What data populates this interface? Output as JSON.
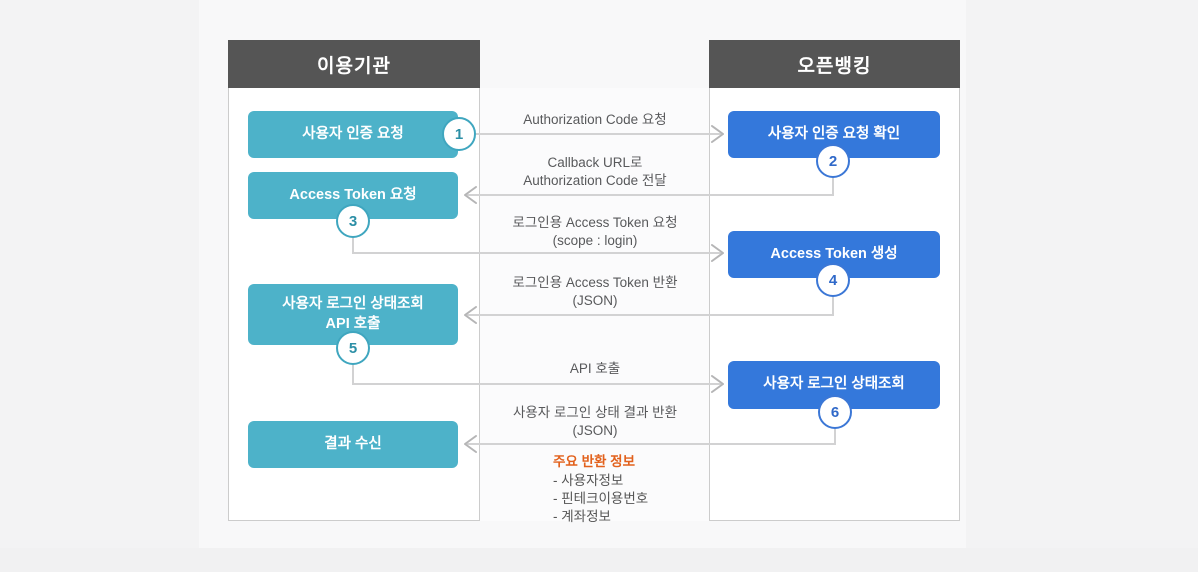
{
  "diagram": {
    "left_panel": {
      "title": "이용기관",
      "boxes": [
        {
          "label_line1": "사용자 인증 요청",
          "label_line2": "",
          "badge": "1"
        },
        {
          "label_line1": "Access Token 요청",
          "label_line2": "",
          "badge": "3"
        },
        {
          "label_line1": "사용자 로그인 상태조회",
          "label_line2": "API 호출",
          "badge": "5"
        },
        {
          "label_line1": "결과 수신",
          "label_line2": "",
          "badge": ""
        }
      ]
    },
    "right_panel": {
      "title": "오픈뱅킹",
      "boxes": [
        {
          "label_line1": "사용자 인증 요청 확인",
          "label_line2": "",
          "badge": "2"
        },
        {
          "label_line1": "Access Token 생성",
          "label_line2": "",
          "badge": "4"
        },
        {
          "label_line1": "사용자 로그인 상태조회",
          "label_line2": "",
          "badge": "6"
        }
      ]
    },
    "messages": [
      {
        "line1": "Authorization Code 요청",
        "line2": "",
        "direction": "right"
      },
      {
        "line1": "Callback URL로",
        "line2": "Authorization Code 전달",
        "direction": "left"
      },
      {
        "line1": "로그인용 Access Token 요청",
        "line2": "(scope : login)",
        "direction": "right"
      },
      {
        "line1": "로그인용 Access Token 반환",
        "line2": "(JSON)",
        "direction": "left"
      },
      {
        "line1": "API 호출",
        "line2": "",
        "direction": "right"
      },
      {
        "line1": "사용자 로그인 상태 결과 반환",
        "line2": "(JSON)",
        "direction": "left"
      }
    ],
    "return_info": {
      "title": "주요 반환 정보",
      "items": [
        "- 사용자정보",
        "- 핀테크이용번호",
        "- 계좌정보"
      ]
    },
    "colors": {
      "left_box_teal": "#4db2c9",
      "right_box_blue": "#3478db",
      "panel_header_bg": "#555555",
      "accent_orange": "#e2611c",
      "arrow_line": "#d2d2d3",
      "arrow_head": "#b5b5b6"
    }
  }
}
